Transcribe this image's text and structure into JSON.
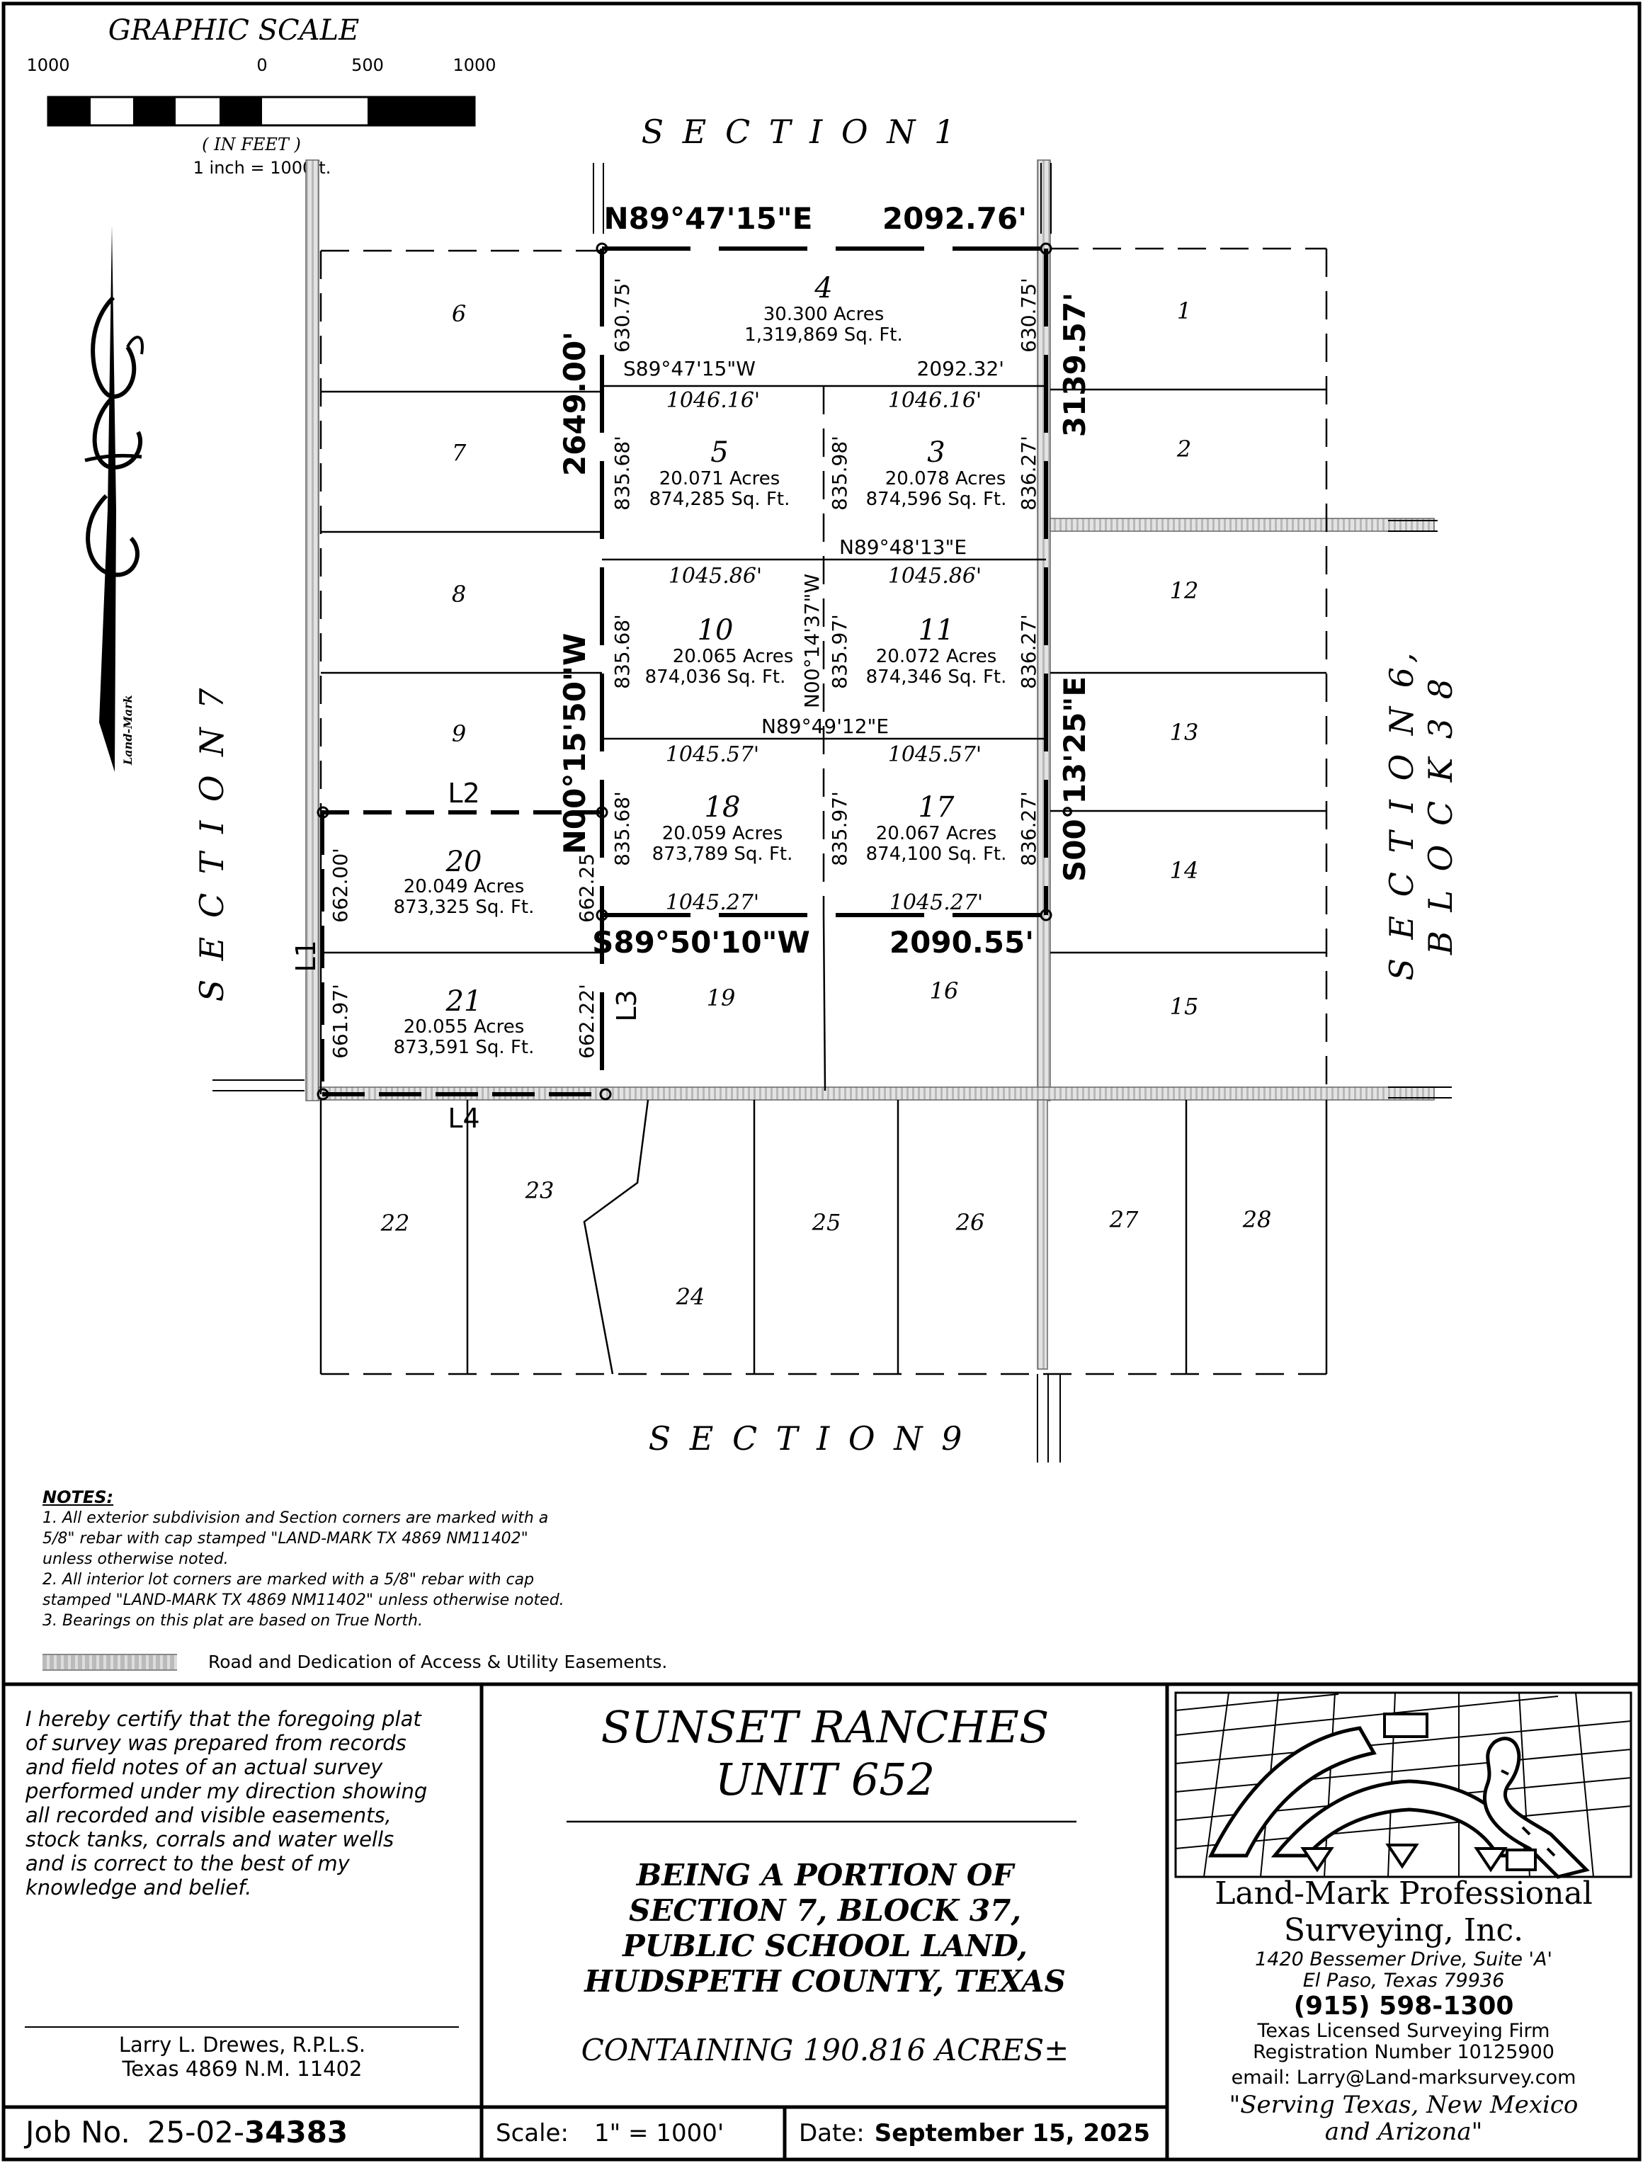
{
  "scale_bar": {
    "title": "GRAPHIC SCALE",
    "ticks": [
      "1000",
      "0",
      "500",
      "1000"
    ],
    "units": "( IN FEET )",
    "ratio": "1 inch = 1000ft."
  },
  "north_arrow": {
    "label": "Land-Mark",
    "icon": "north-arrow-icon"
  },
  "sections": {
    "top": "S E C T I O N   1",
    "bottom": "S E C T I O N   9",
    "left": "S E C T I O N   7",
    "right_1": "S E C T I O N   6,",
    "right_2": "B L O C K   3 8"
  },
  "boundary": {
    "north": "N89°47'15\"E",
    "north_len": "2092.76'",
    "west": "N00°15'50\"W",
    "west_len": "2649.00'",
    "east": "S00°13'25\"E",
    "east_len": "3139.57'",
    "south": "S89°50'10\"W",
    "south_len": "2090.55'"
  },
  "subdivision_lots": [
    {
      "no": "4",
      "acres": "30.300 Acres",
      "sqft": "1,319,869 Sq. Ft."
    },
    {
      "no": "5",
      "acres": "20.071 Acres",
      "sqft": "874,285 Sq. Ft."
    },
    {
      "no": "3",
      "acres": "20.078 Acres",
      "sqft": "874,596 Sq. Ft."
    },
    {
      "no": "10",
      "acres": "20.065 Acres",
      "sqft": "874,036 Sq. Ft."
    },
    {
      "no": "11",
      "acres": "20.072 Acres",
      "sqft": "874,346 Sq. Ft."
    },
    {
      "no": "18",
      "acres": "20.059 Acres",
      "sqft": "873,789 Sq. Ft."
    },
    {
      "no": "17",
      "acres": "20.067 Acres",
      "sqft": "874,100 Sq. Ft."
    },
    {
      "no": "20",
      "acres": "20.049 Acres",
      "sqft": "873,325 Sq. Ft."
    },
    {
      "no": "21",
      "acres": "20.055 Acres",
      "sqft": "873,591 Sq. Ft."
    }
  ],
  "adjoining_lots": [
    "6",
    "7",
    "8",
    "9",
    "1",
    "2",
    "12",
    "13",
    "14",
    "15",
    "19",
    "16",
    "22",
    "23",
    "24",
    "25",
    "26",
    "27",
    "28"
  ],
  "dimensions": {
    "d1": "630.75'",
    "d2": "630.75'",
    "l1": "S89°47'15\"W",
    "l1b": "2092.32'",
    "l2a": "1046.16'",
    "l2b": "1046.16'",
    "d3": "835.68'",
    "d4": "835.98'",
    "d5": "836.27'",
    "l3": "N89°48'13\"E",
    "l3a": "1045.86'",
    "l3b": "1045.86'",
    "d6": "835.68'",
    "d7": "835.97'",
    "d8": "836.27'",
    "mid": "N00°14'37\"W",
    "l4": "N89°49'12\"E",
    "l4a": "1045.57'",
    "l4b": "1045.57'",
    "d9": "835.68'",
    "d10": "835.97'",
    "d11": "836.27'",
    "l5a": "1045.27'",
    "l5b": "1045.27'",
    "d12": "662.00'",
    "d13": "662.25'",
    "d14": "661.97'",
    "d15": "662.22'",
    "L1": "L1",
    "L2": "L2",
    "L3": "L3",
    "L4": "L4"
  },
  "notes": {
    "heading": "NOTES:",
    "lines": [
      "1. All exterior subdivision and Section corners are marked with a",
      "5/8\" rebar with cap stamped \"LAND-MARK TX 4869 NM11402\"",
      "unless otherwise noted.",
      "2. All interior lot corners are marked with a 5/8\" rebar with cap",
      "stamped \"LAND-MARK TX 4869 NM11402\" unless otherwise noted.",
      "3. Bearings on this plat are based on True North."
    ],
    "legend": "Road and Dedication of Access & Utility Easements."
  },
  "certification": {
    "lines": [
      "I hereby certify that the foregoing plat",
      "of survey was prepared from records",
      "and field notes of an actual survey",
      "performed under my direction showing",
      "all recorded and visible easements,",
      "stock tanks, corrals and water wells",
      "and is correct to the best of my",
      "knowledge and belief."
    ],
    "surveyor": "Larry L. Drewes, R.P.L.S.",
    "license": "Texas 4869 N.M. 11402"
  },
  "title_block": {
    "title_1": "SUNSET RANCHES",
    "title_2": "UNIT 652",
    "desc": [
      "BEING A PORTION OF",
      "SECTION 7, BLOCK 37,",
      "PUBLIC SCHOOL LAND,",
      "HUDSPETH COUNTY, TEXAS"
    ],
    "containing": "CONTAINING 190.816 ACRES±"
  },
  "company": {
    "name_1": "Land-Mark Professional",
    "name_2": "Surveying, Inc.",
    "address_1": "1420 Bessemer Drive, Suite 'A'",
    "address_2": "El Paso, Texas   79936",
    "phone": "(915) 598-1300",
    "firm_1": "Texas Licensed Surveying Firm",
    "firm_2": "Registration Number 10125900",
    "email": "email: Larry@Land-marksurvey.com",
    "motto_1": "\"Serving Texas, New Mexico",
    "motto_2": "and Arizona\""
  },
  "footer": {
    "job_label": "Job No.",
    "job_prefix": "25-02-",
    "job_number": "34383",
    "scale_label": "Scale:",
    "scale_value": "1\" = 1000'",
    "date_label": "Date:",
    "date_value": "September 15, 2025"
  }
}
